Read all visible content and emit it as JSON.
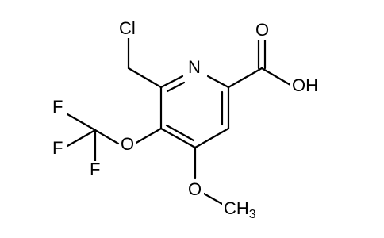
{
  "molecule": {
    "atoms": {
      "cl": "Cl",
      "n": "N",
      "o_carbonyl": "O",
      "oh": "OH",
      "o_ether": "O",
      "f_top": "F",
      "f_left": "F",
      "f_bottom": "F",
      "o_methoxy": "O",
      "ch3_c": "CH",
      "ch3_sub": "3"
    }
  }
}
